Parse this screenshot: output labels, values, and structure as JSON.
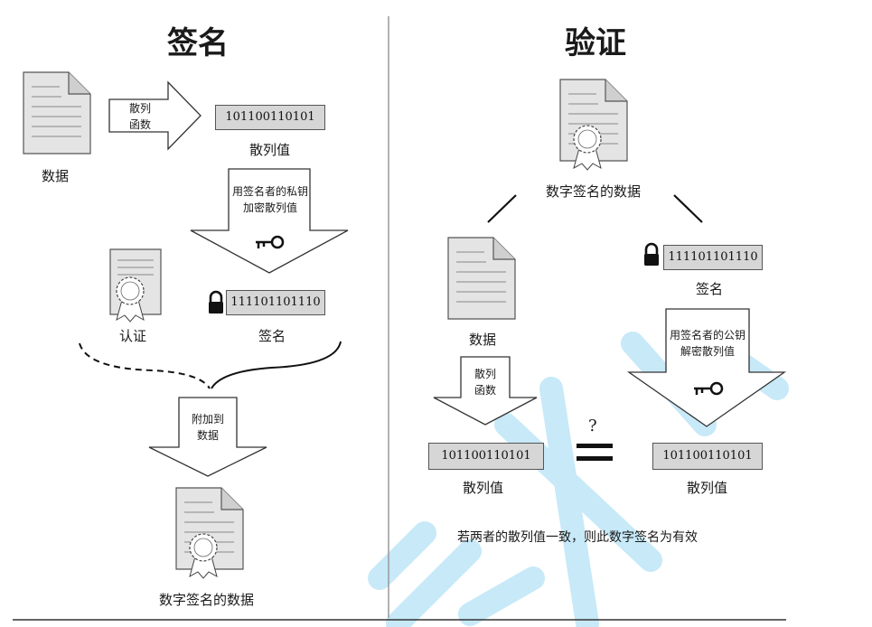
{
  "sign": {
    "title": "签名",
    "data_label": "数据",
    "hash_function": "散列\n函数",
    "hash_value": "101100110101",
    "hash_label": "散列值",
    "encrypt_step": "用签名者的私钥\n加密散列值",
    "certificate_label": "认证",
    "signature_value": "111101101110",
    "signature_label": "签名",
    "attach_step": "附加到\n数据",
    "signed_data_label": "数字签名的数据"
  },
  "verify": {
    "title": "验证",
    "signed_data_label": "数字签名的数据",
    "data_label": "数据",
    "hash_function": "散列\n函数",
    "signature_value": "111101101110",
    "signature_label": "签名",
    "decrypt_step": "用签名者的公钥\n解密散列值",
    "compare_symbol": "?",
    "left_hash_value": "101100110101",
    "left_hash_label": "散列值",
    "right_hash_value": "101100110101",
    "right_hash_label": "散列值",
    "conclusion": "若两者的散列值一致，则此数字签名为有效"
  },
  "watermark_color": "#bfe6f7"
}
